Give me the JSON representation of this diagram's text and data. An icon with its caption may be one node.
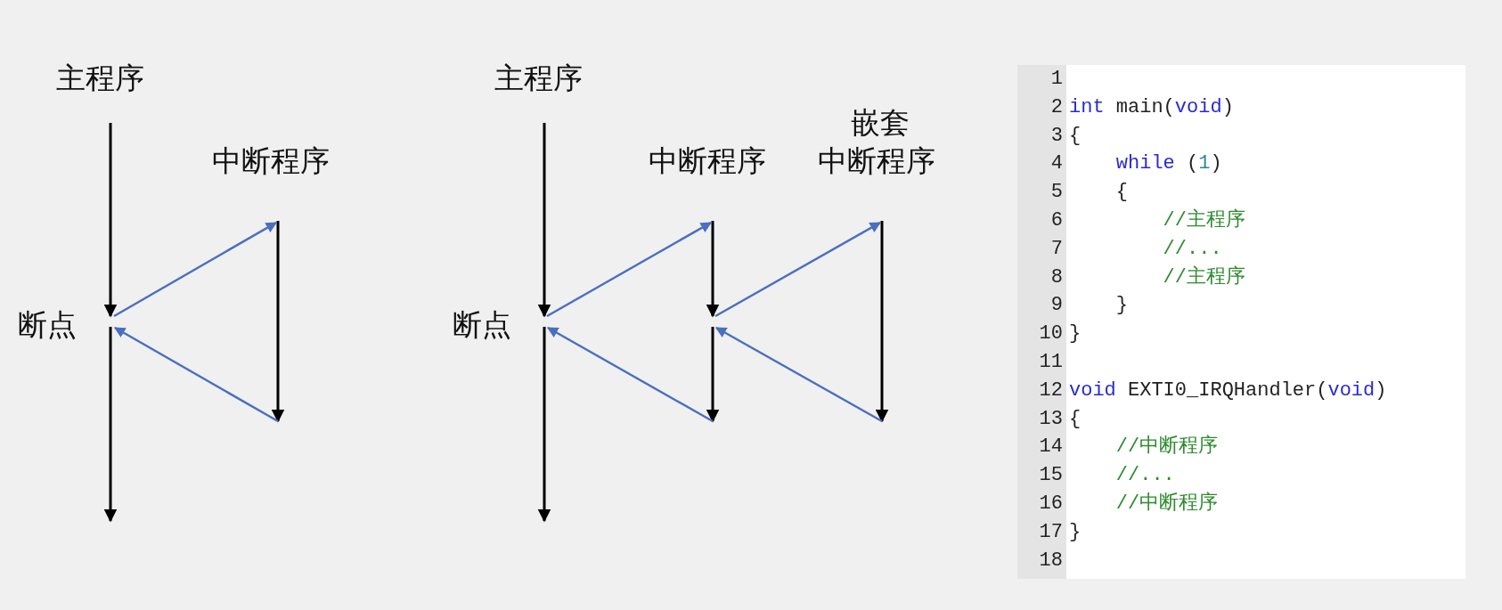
{
  "diagram": {
    "labels": [
      "主程序",
      "中断程序",
      "断点",
      "主程序",
      "嵌套",
      "中断程序",
      "中断程序",
      "断点",
      "1",
      "2",
      "int main(void)",
      "3",
      "{",
      "4",
      "while (1)",
      "5",
      "{",
      "6",
      "//主程序",
      "7",
      "//...",
      "8",
      "//主程序",
      "9",
      "}",
      "10",
      "}",
      "11",
      "12",
      "void EXTI0_IRQHandler(void)",
      "13",
      "{",
      "14",
      "//中断程序",
      "15",
      "//...",
      "16",
      "//中断程序",
      "17",
      "}",
      "18"
    ]
  }
}
